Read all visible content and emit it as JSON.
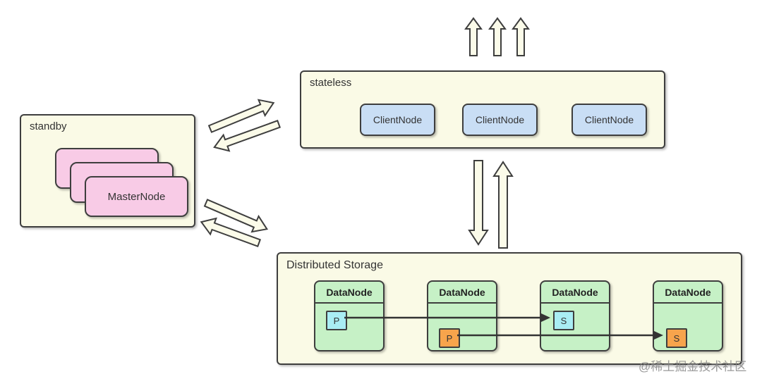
{
  "standby": {
    "label": "standby",
    "master_node_label": "MasterNode",
    "stacked_boxes": 3
  },
  "stateless": {
    "label": "stateless",
    "client_nodes": [
      "ClientNode",
      "ClientNode",
      "ClientNode"
    ]
  },
  "storage": {
    "label": "Distributed Storage",
    "data_nodes": [
      {
        "label": "DataNode",
        "badge": "P",
        "badge_color": "#a9edf4"
      },
      {
        "label": "DataNode",
        "badge": "P",
        "badge_color": "#f7a44c"
      },
      {
        "label": "DataNode",
        "badge": "S",
        "badge_color": "#a9edf4"
      },
      {
        "label": "DataNode",
        "badge": "S",
        "badge_color": "#f7a44c"
      }
    ],
    "replication_links": [
      {
        "from": "DataNode-1 P",
        "to": "DataNode-3 S"
      },
      {
        "from": "DataNode-2 P",
        "to": "DataNode-4 S"
      }
    ]
  },
  "arrows": {
    "top_outbound_count": 3,
    "standby_stateless": "bidirectional",
    "stateless_storage": "bidirectional",
    "standby_storage": "bidirectional"
  },
  "watermark": "@稀土掘金技术社区",
  "colors": {
    "container_fill": "#fafae6",
    "border": "#3e3e3e",
    "master_fill": "#f8cbe6",
    "client_fill": "#c9def5",
    "datanode_fill": "#c6f1c6",
    "badge_primary_cyan": "#a9edf4",
    "badge_secondary_orange": "#f7a44c",
    "text": "#333333"
  }
}
